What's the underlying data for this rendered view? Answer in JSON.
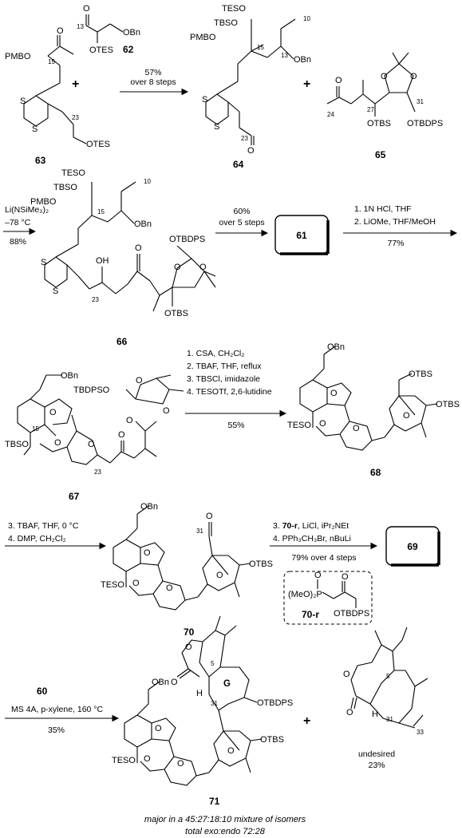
{
  "compounds": {
    "c62": "62",
    "c63": "63",
    "c64": "64",
    "c65": "65",
    "c66": "66",
    "c61": "61",
    "c67": "67",
    "c68": "68",
    "c70": "70",
    "c70r": "70-r",
    "c69": "69",
    "c60": "60",
    "c71": "71"
  },
  "step1": {
    "yield": "57%",
    "note": "over 8 steps"
  },
  "step2": {
    "reagent": "Li(NSiMe₃)₂",
    "temp": "–78 °C",
    "yield": "88%"
  },
  "step3": {
    "yield": "60%",
    "note": "over 5 steps"
  },
  "step4": {
    "line1": "1. 1N HCl, THF",
    "line2": "2. LiOMe, THF/MeOH",
    "yield": "77%"
  },
  "step5": {
    "line1": "1. CSA, CH₂Cl₂",
    "line2": "2. TBAF, THF, reflux",
    "line3": "3. TBSCl, imidazole",
    "line4": "4. TESOTf, 2,6-lutidine",
    "yield": "55%"
  },
  "step6": {
    "line1": "3. TBAF, THF, 0 °C",
    "line2": "4. DMP, CH₂Cl₂"
  },
  "step7": {
    "line1_prefix": "3. ",
    "line1_bold": "70-r",
    "line1_suffix": ", LiCl, iPr₂NEt",
    "line2": "4. PPh₃CH₃Br, nBuLi",
    "yield": "79% over 4 steps"
  },
  "step8": {
    "line1": "MS 4A, p-xylene, 160 °C",
    "yield": "35%"
  },
  "plus": "+",
  "undesired": {
    "label": "undesired",
    "yield": "23%"
  },
  "caption": {
    "line1": "major in a 45:27:18:10 mixture of isomers",
    "line2": "total exo:endo 72:28"
  },
  "groups": {
    "pmbo": "PMBO",
    "tbso": "TBSO",
    "teso": "TESO",
    "otes": "OTES",
    "obn": "OBn",
    "otbs": "OTBS",
    "otbdps": "OTBDPS",
    "tbdpso": "TBDPSO",
    "oh": "OH",
    "s": "S",
    "o": "O",
    "h": "H",
    "g": "G",
    "meo2p": "(MeO)₂P"
  },
  "atom_numbers": {
    "n10": "10",
    "n13": "13",
    "n15": "15",
    "n23": "23",
    "n24": "24",
    "n27": "27",
    "n31": "31",
    "n5": "5",
    "n33": "33"
  }
}
